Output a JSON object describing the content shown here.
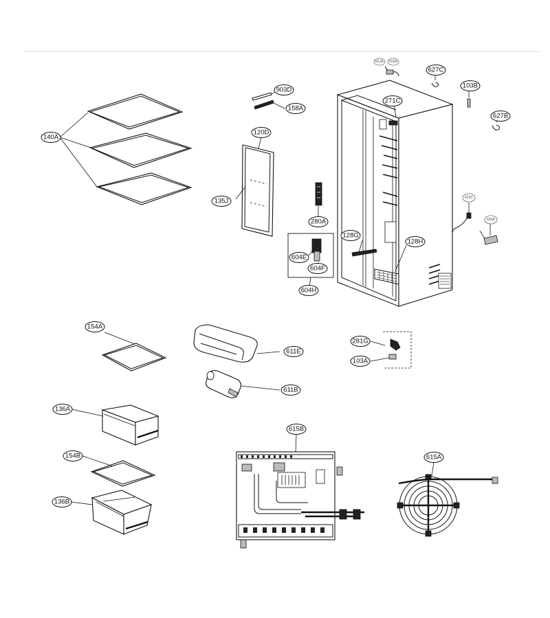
{
  "diagram": {
    "parts": {
      "p140A": "140A",
      "p903D": "903D",
      "p158A": "158A",
      "p120D": "120D",
      "p135J": "135J",
      "p280A": "280A",
      "p604E": "604E",
      "p604F": "604F",
      "p604H": "604H",
      "p621A": "621A",
      "p616A": "616A",
      "p627C": "627C",
      "p103B": "103B",
      "p271C": "271C",
      "p627B": "627B",
      "p623C": "623C",
      "p625A": "625A",
      "p128G": "128G",
      "p128H": "128H",
      "p154A": "154A",
      "p611E": "611E",
      "p611B": "611B",
      "p281G": "281G",
      "p103A": "103A",
      "p136A": "136A",
      "p154B": "154B",
      "p136B": "136B",
      "p615B": "615B",
      "p615A": "615A"
    }
  }
}
